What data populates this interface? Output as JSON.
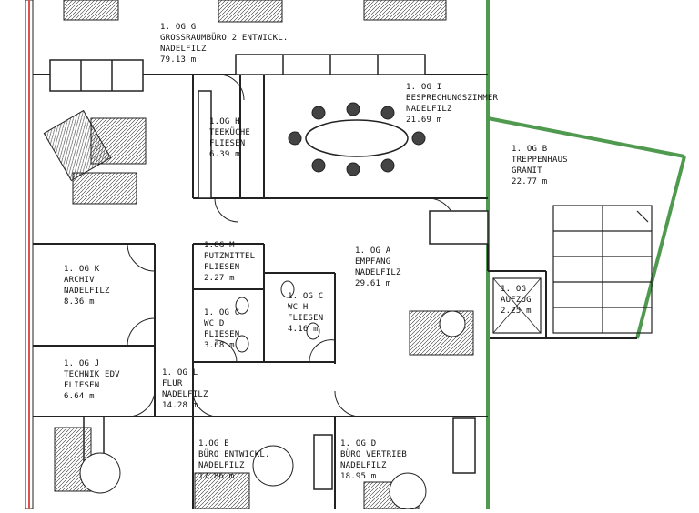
{
  "plan": {
    "colors": {
      "exterior_wall": "#4f9a4f",
      "fire_wall": "#d9534f",
      "wall": "#222222",
      "paper": "#ffffff"
    },
    "rooms": [
      {
        "id": "room-1og-g",
        "name": "1. OG G",
        "use": "GROSSRAUMBÜRO 2 ENTWICKL.",
        "floor": "NADELFILZ",
        "area": "79.13 m"
      },
      {
        "id": "room-1og-i",
        "name": "1. OG I",
        "use": "BESPRECHUNGSZIMMER",
        "floor": "NADELFILZ",
        "area": "21.69 m"
      },
      {
        "id": "room-1og-h",
        "name": "1.OG H",
        "use": "TEEKÜCHE",
        "floor": "FLIESEN",
        "area": "6.39 m"
      },
      {
        "id": "room-1og-b",
        "name": "1. OG B",
        "use": "TREPPENHAUS",
        "floor": "GRANIT",
        "area": "22.77 m"
      },
      {
        "id": "room-1og-m",
        "name": "1.OG M",
        "use": "PUTZMITTEL",
        "floor": "FLIESEN",
        "area": "2.27 m"
      },
      {
        "id": "room-1og-a",
        "name": "1. OG A",
        "use": "EMPFANG",
        "floor": "NADELFILZ",
        "area": "29.61 m"
      },
      {
        "id": "room-1og-k",
        "name": "1. OG K",
        "use": "ARCHIV",
        "floor": "NADELFILZ",
        "area": "8.36 m"
      },
      {
        "id": "room-1og-c1",
        "name": "1. OG C",
        "use": "WC D",
        "floor": "FLIESEN",
        "area": "3.68 m"
      },
      {
        "id": "room-1og-c2",
        "name": "1. OG C",
        "use": "WC H",
        "floor": "FLIESEN",
        "area": "4.16 m"
      },
      {
        "id": "room-aufzug",
        "name": "1. OG",
        "use": "AUFZUG",
        "floor": "",
        "area": "2.25 m"
      },
      {
        "id": "room-1og-j",
        "name": "1. OG J",
        "use": "TECHNIK EDV",
        "floor": "FLIESEN",
        "area": "6.64 m"
      },
      {
        "id": "room-1og-l",
        "name": "1. OG L",
        "use": "FLUR",
        "floor": "NADELFILZ",
        "area": "14.28 m"
      },
      {
        "id": "room-1og-e",
        "name": "1.OG E",
        "use": "BÜRO ENTWICKL.",
        "floor": "NADELFILZ",
        "area": "17.86 m"
      },
      {
        "id": "room-1og-d",
        "name": "1. OG D",
        "use": "BÜRO VERTRIEB",
        "floor": "NADELFILZ",
        "area": "18.95 m"
      }
    ]
  }
}
